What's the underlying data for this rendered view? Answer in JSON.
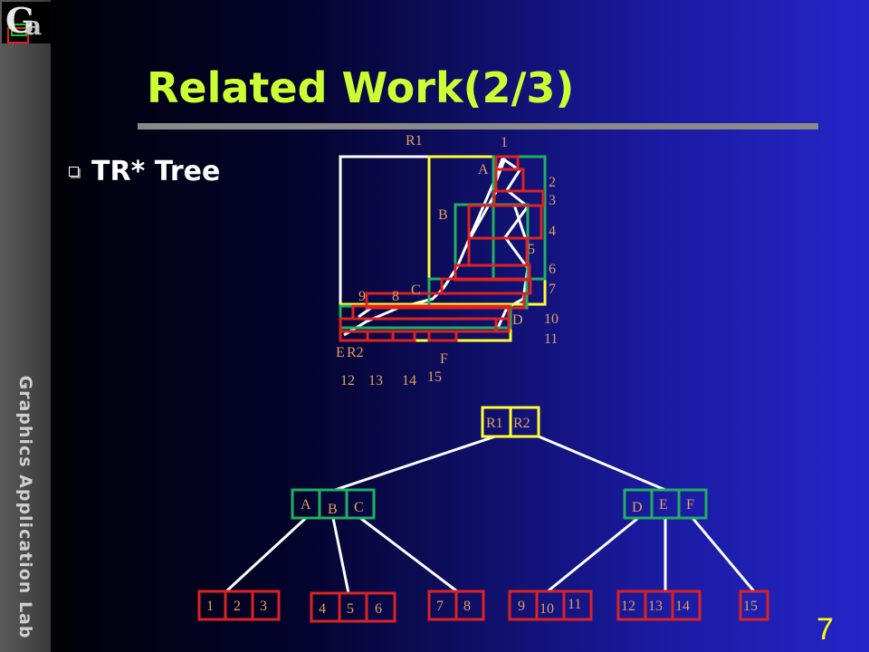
{
  "sidebar": {
    "label": "Graphics Application Lab",
    "logo": {
      "letters": "Ga"
    }
  },
  "slide": {
    "title": "Related Work(2/3)",
    "bullet": "TR* Tree",
    "page_number": "7"
  },
  "colors": {
    "title": "#ccff33",
    "level_root": "#ffff33",
    "level_mid": "#20b060",
    "level_leaf": "#dd2222",
    "label": "#e0a060"
  },
  "diagram": {
    "region_labels": {
      "R1": "R1",
      "R2": "R2",
      "A": "A",
      "B": "B",
      "C": "C",
      "D": "D",
      "E": "E",
      "F": "F",
      "n1": "1",
      "n2": "2",
      "n3": "3",
      "n4": "4",
      "n5": "5",
      "n6": "6",
      "n7": "7",
      "n8": "8",
      "n9": "9",
      "n10": "10",
      "n11": "11",
      "n12": "12",
      "n13": "13",
      "n14": "14",
      "n15": "15"
    },
    "tree": {
      "root": [
        "R1",
        "R2"
      ],
      "level1": [
        [
          "A",
          "B",
          "C"
        ],
        [
          "D",
          "E",
          "F"
        ]
      ],
      "leaves": [
        [
          "1",
          "2",
          "3"
        ],
        [
          "4",
          "5",
          "6"
        ],
        [
          "7",
          "8"
        ],
        [
          "9",
          "10",
          "11"
        ],
        [
          "12",
          "13",
          "14"
        ],
        [
          "15"
        ]
      ]
    }
  }
}
